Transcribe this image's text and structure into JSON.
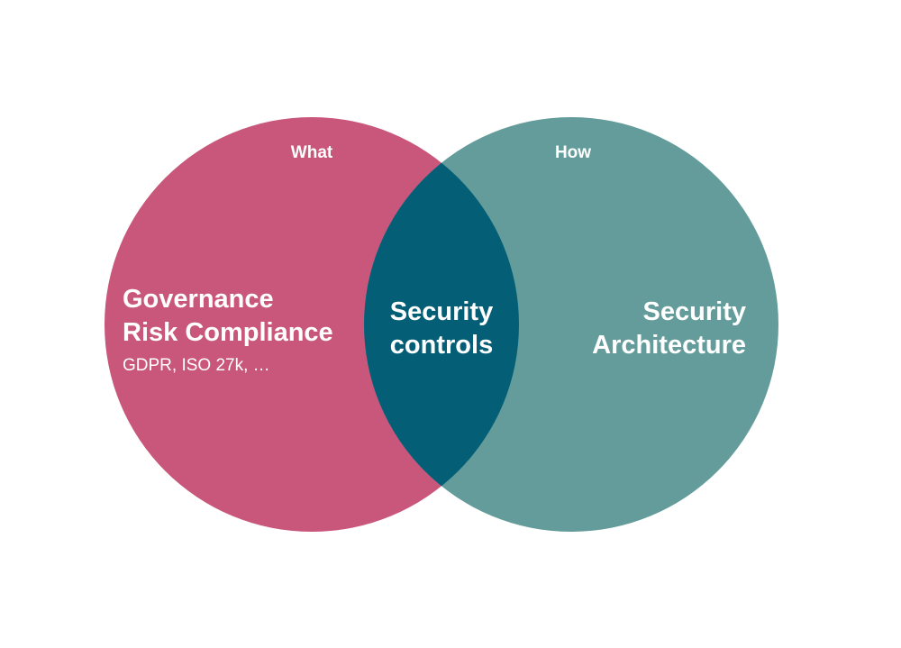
{
  "colors": {
    "background": "#ffffff",
    "left_circle": "#c9567b",
    "right_circle": "#639c9a",
    "overlap": "#045f76",
    "text": "#ffffff"
  },
  "left": {
    "heading": "What",
    "title_line1": "Governance",
    "title_line2": "Risk Compliance",
    "subtitle": "GDPR, ISO 27k, …"
  },
  "right": {
    "heading": "How",
    "title_line1": "Security",
    "title_line2": "Architecture"
  },
  "overlap": {
    "title_line1": "Security",
    "title_line2": "controls"
  }
}
